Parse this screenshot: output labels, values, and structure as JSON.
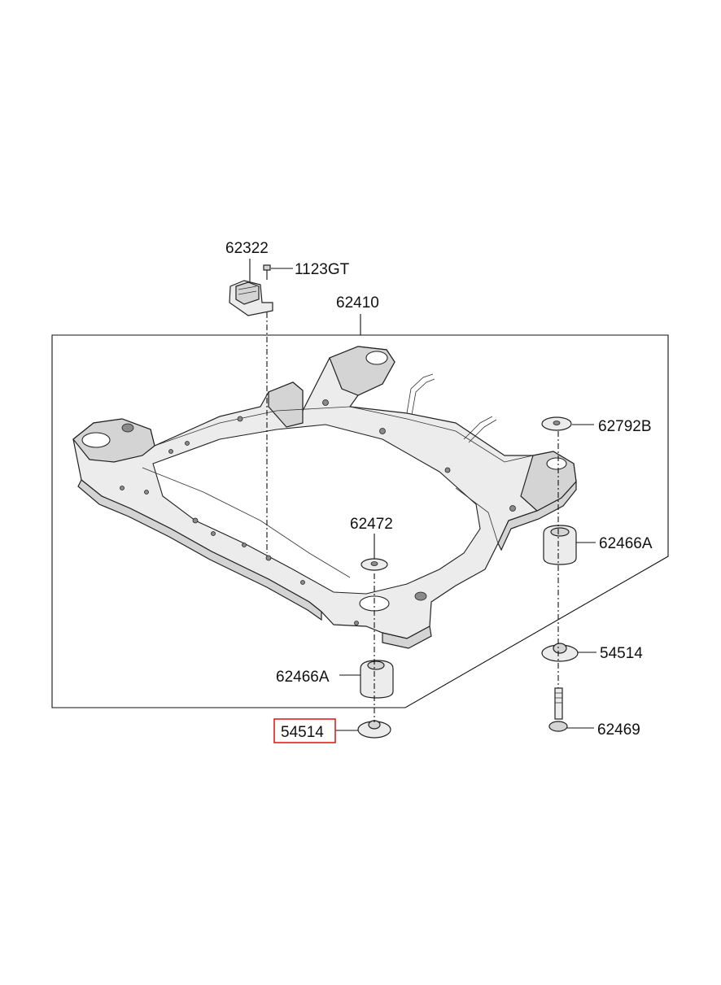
{
  "diagram": {
    "labels": {
      "p62322": "62322",
      "p1123gt": "1123GT",
      "p62410": "62410",
      "p62792b": "62792B",
      "p62472": "62472",
      "p62466a_right": "62466A",
      "p54514_right": "54514",
      "p62466a_left": "62466A",
      "p54514_left": "54514",
      "p62469": "62469"
    },
    "highlight_color": "#e02020",
    "line_color": "#111111"
  }
}
